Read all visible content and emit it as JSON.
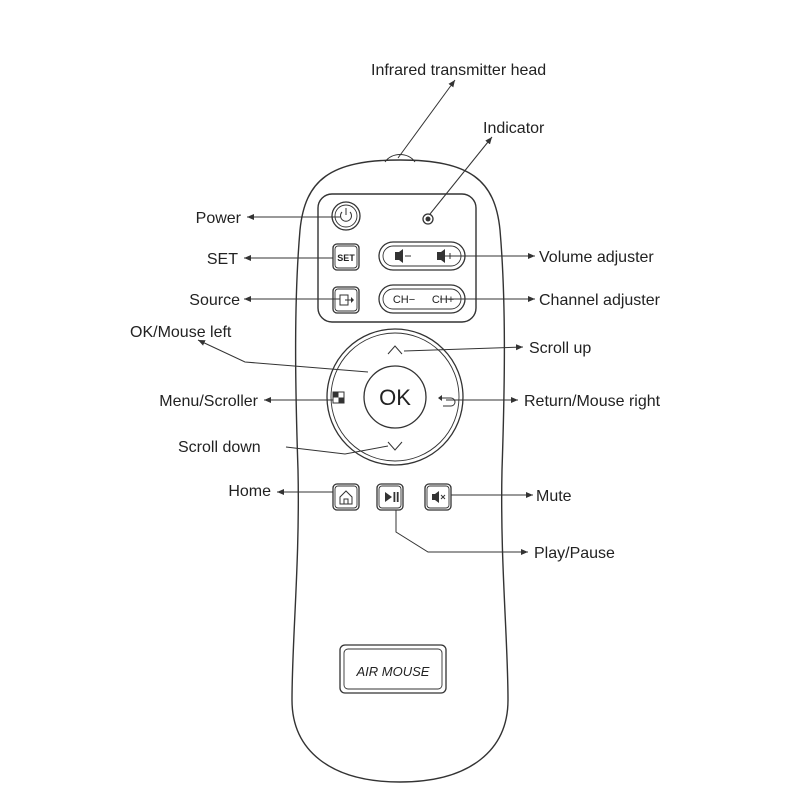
{
  "labels": {
    "infrared": "Infrared transmitter head",
    "indicator": "Indicator",
    "power": "Power",
    "set": "SET",
    "volume": "Volume adjuster",
    "source": "Source",
    "channel": "Channel adjuster",
    "ok_mouse_left": "OK/Mouse left",
    "scroll_up": "Scroll up",
    "menu_scroller": "Menu/Scroller",
    "return_mouse_right": "Return/Mouse right",
    "scroll_down": "Scroll down",
    "home": "Home",
    "mute": "Mute",
    "play_pause": "Play/Pause"
  },
  "remote": {
    "set_button_text": "SET",
    "ok_text": "OK",
    "ch_minus_text": "CH−",
    "ch_plus_text": "CH+",
    "brand_text": "AIR MOUSE"
  },
  "icons": [
    "power-icon",
    "source-icon",
    "volume-down-icon",
    "volume-up-icon",
    "menu-icon",
    "return-icon",
    "home-icon",
    "play-pause-icon",
    "mute-icon",
    "arrow-up-icon",
    "arrow-down-icon"
  ]
}
